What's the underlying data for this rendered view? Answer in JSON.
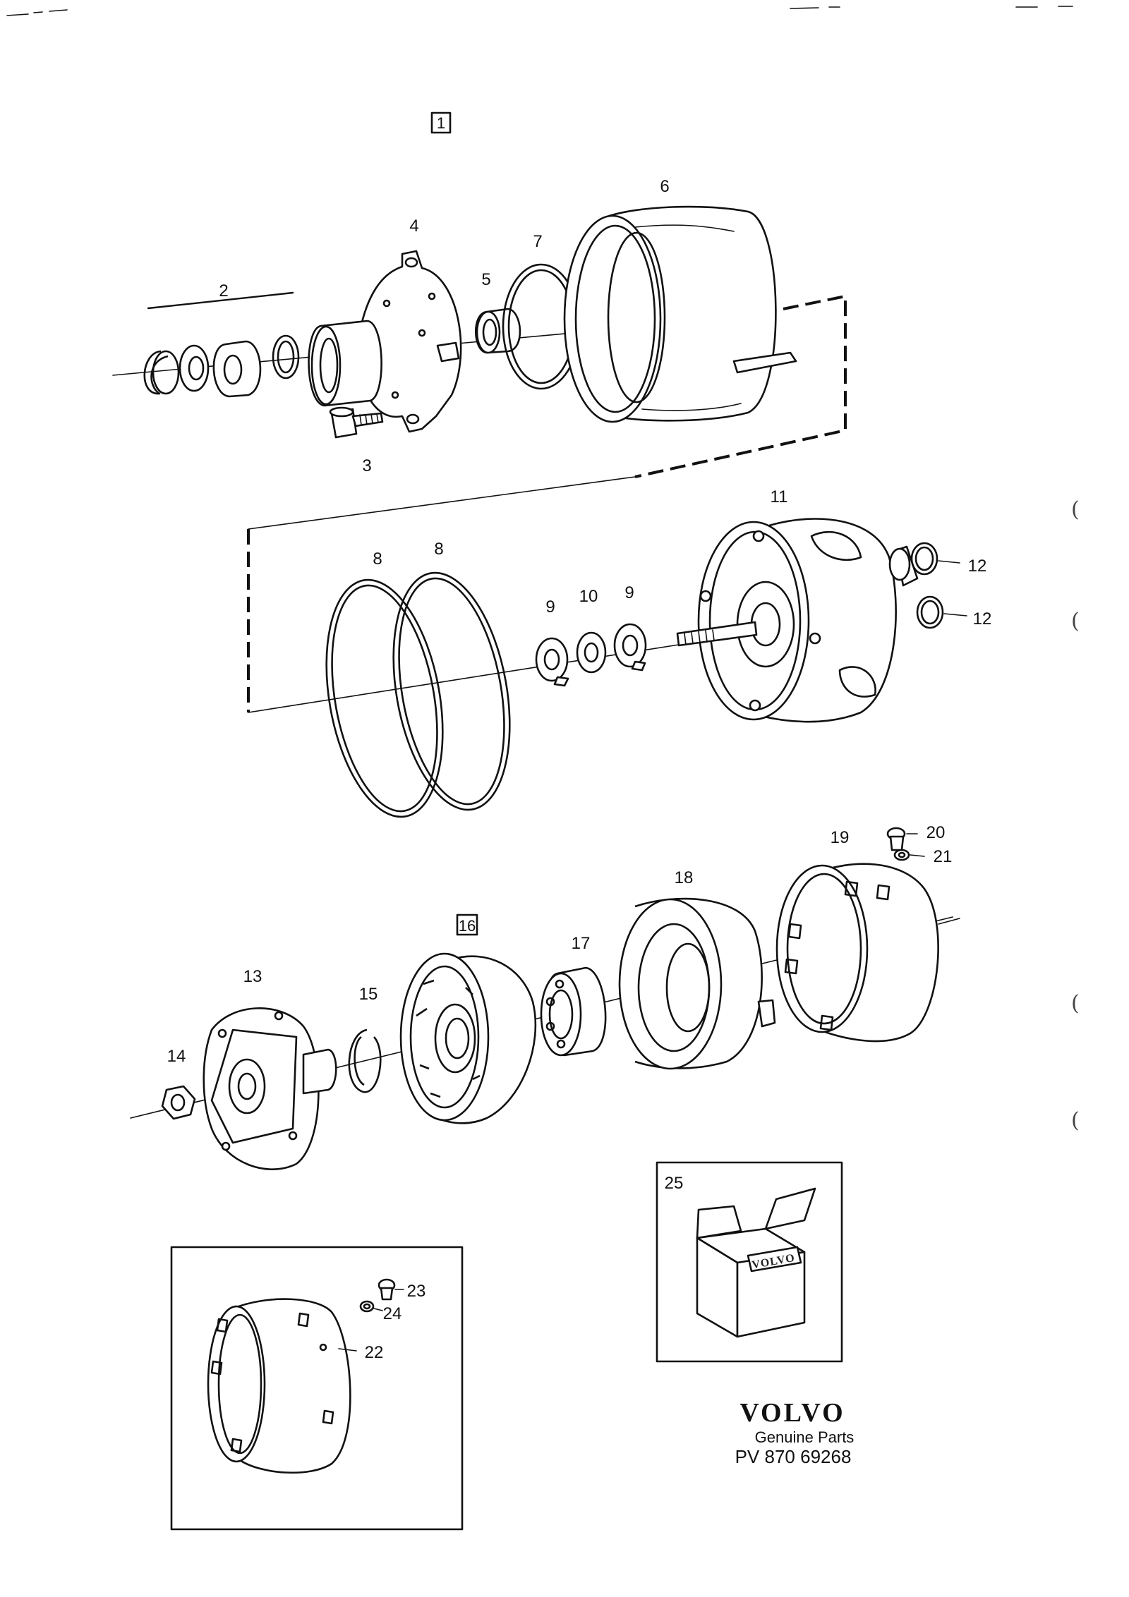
{
  "diagram": {
    "group_marker": "1",
    "brand": {
      "logo_text": "VOLVO",
      "subtitle": "Genuine Parts",
      "code": "PV 870 69268"
    },
    "kit_box_logo": "VOLVO",
    "margin_marks": [
      "(",
      "(",
      "(",
      "("
    ],
    "callouts": {
      "c2": "2",
      "c3": "3",
      "c4": "4",
      "c5": "5",
      "c6": "6",
      "c7": "7",
      "c8a": "8",
      "c8b": "8",
      "c9a": "9",
      "c9b": "9",
      "c10": "10",
      "c11": "11",
      "c12a": "12",
      "c12b": "12",
      "c13": "13",
      "c14": "14",
      "c15": "15",
      "c16": "16",
      "c17": "17",
      "c18": "18",
      "c19": "19",
      "c20": "20",
      "c21": "21",
      "c22": "22",
      "c23": "23",
      "c24": "24",
      "c25": "25"
    }
  }
}
